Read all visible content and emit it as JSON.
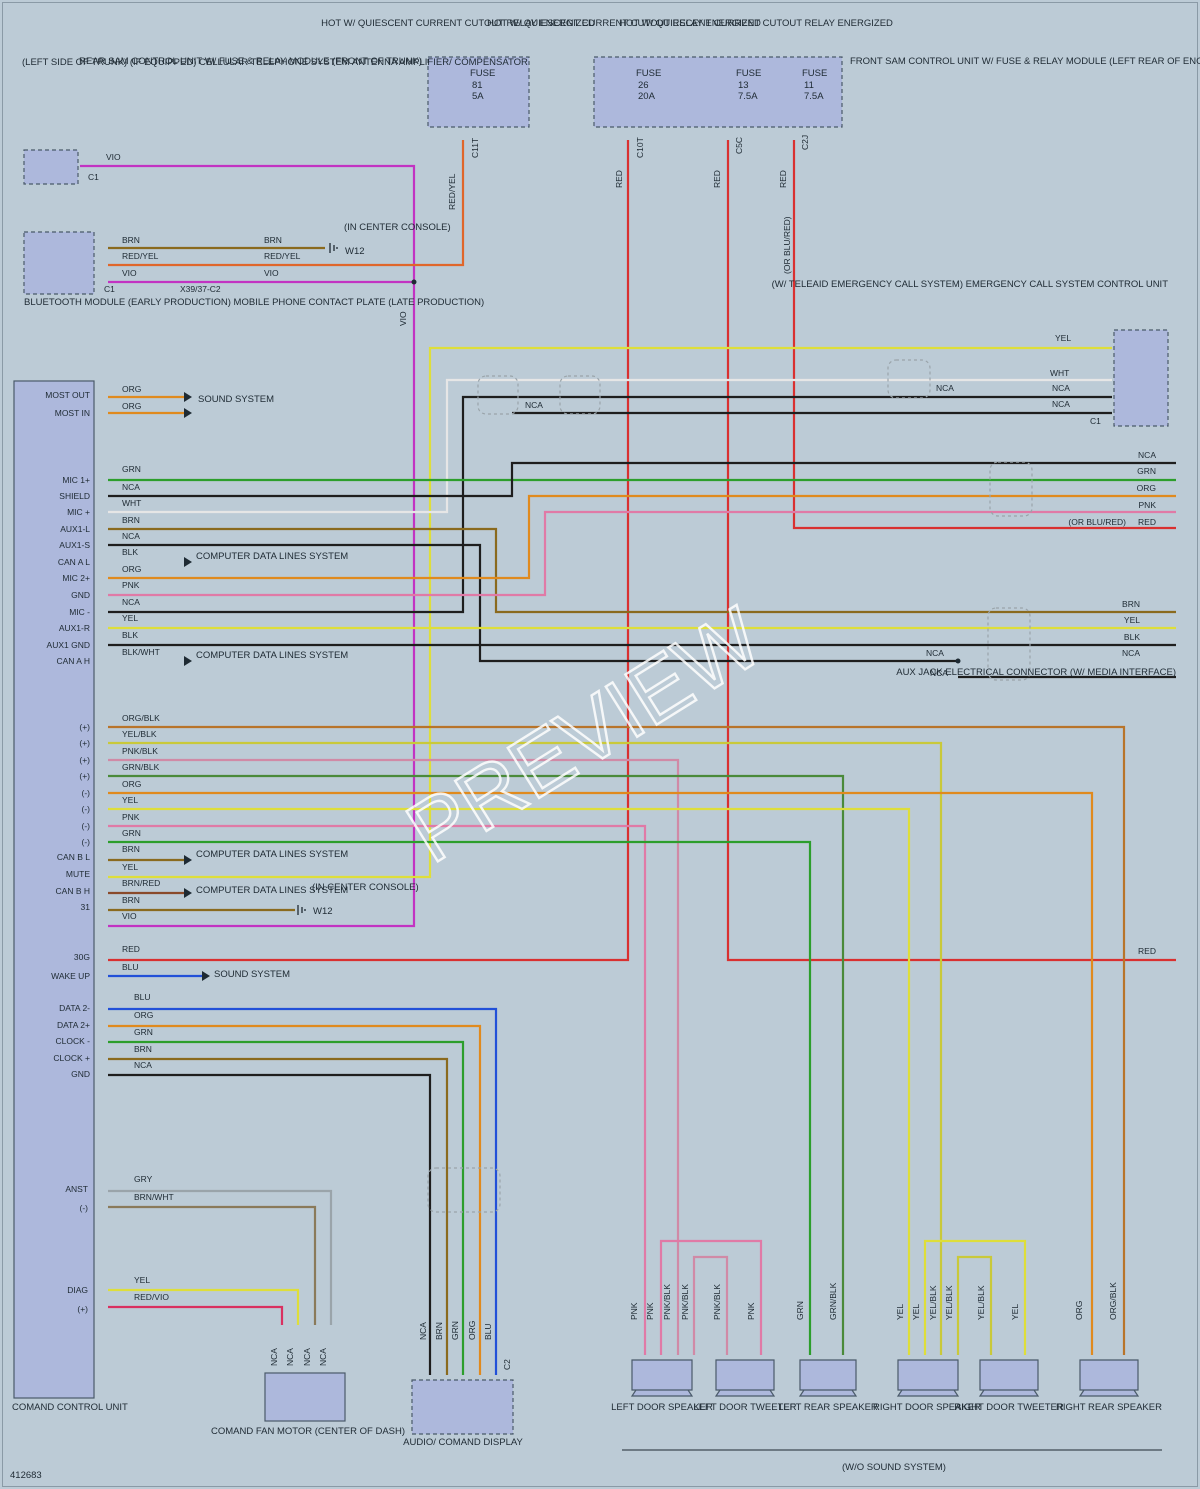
{
  "figure_id": "412683",
  "watermark": "PREVIEW",
  "hot_cutout": "HOT W/ QUIESCENT CURRENT CUTOUT RELAY ENERGIZED",
  "rear_sam": "REAR SAM CONTROL UNIT W/ FUSE & RELAY MODULE (FRONT OF TRUNK)",
  "front_sam": "FRONT SAM CONTROL UNIT W/ FUSE & RELAY MODULE (LEFT REAR OF ENGINE COMPT)",
  "fuse_label": "FUSE",
  "fuses": [
    {
      "num": "81",
      "amp": "5A"
    },
    {
      "num": "26",
      "amp": "20A"
    },
    {
      "num": "13",
      "amp": "7.5A"
    },
    {
      "num": "11",
      "amp": "7.5A"
    }
  ],
  "connectors": {
    "c11t": "C11T",
    "c10t": "C10T",
    "c5c": "C5C",
    "c2j": "C2J",
    "c1": "C1",
    "c2": "C2",
    "x3937": "X39/37-C2"
  },
  "cell_antenna": "(LEFT SIDE OF TRUNK) (IF EQUIPPED) CELLULAR TELEPHONE SYSTEM ANTENNA AMPLIFIER/ COMPENSATOR",
  "bluetooth": "BLUETOOTH MODULE (EARLY PRODUCTION) MOBILE PHONE CONTACT PLATE (LATE PRODUCTION)",
  "center_console": "(IN CENTER CONSOLE)",
  "ground_w12": "W12",
  "teleaid": "(W/ TELEAID EMERGENCY CALL SYSTEM) EMERGENCY CALL SYSTEM CONTROL UNIT",
  "aux_jack": "AUX JACK ELECTRICAL CONNECTOR (W/ MEDIA INTERFACE)",
  "sound_system": "SOUND SYSTEM",
  "computer_data": "COMPUTER DATA LINES SYSTEM",
  "comand_unit": "COMAND CONTROL UNIT",
  "fan_motor": "COMAND FAN MOTOR (CENTER OF DASH)",
  "audio_display": "AUDIO/ COMAND DISPLAY",
  "wo_sound": "(W/O SOUND SYSTEM)",
  "or_blu_red": "(OR BLU/RED)",
  "wire_colors": [
    "VIO",
    "BRN",
    "RED/YEL",
    "RED",
    "YEL",
    "WHT",
    "NCA",
    "ORG",
    "GRN",
    "BLK",
    "PNK",
    "BLU",
    "GRY",
    "BRN/WHT",
    "RED/VIO",
    "BLK/WHT",
    "ORG/BLK",
    "YEL/BLK",
    "PNK/BLK",
    "GRN/BLK",
    "BRN/RED"
  ],
  "pins_a": [
    "MOST OUT",
    "MOST IN",
    "MIC 1+",
    "SHIELD",
    "MIC +",
    "AUX1-L",
    "AUX1-S",
    "CAN A L",
    "MIC 2+",
    "GND",
    "MIC -",
    "AUX1-R",
    "AUX1 GND",
    "CAN A H"
  ],
  "pins_b": [
    "(+)",
    "(+)",
    "(+)",
    "(+)",
    "(-)",
    "(-)",
    "(-)",
    "(-)",
    "CAN B L",
    "MUTE",
    "CAN B H",
    "31",
    "30G",
    "WAKE UP"
  ],
  "pins_d": [
    "DATA 2-",
    "DATA 2+",
    "CLOCK -",
    "CLOCK +",
    "GND"
  ],
  "pins_c": [
    "ANST",
    "(-)",
    "DIAG",
    "(+)"
  ],
  "speakers": [
    {
      "name": "LEFT DOOR SPEAKER"
    },
    {
      "name": "LEFT DOOR TWEETER"
    },
    {
      "name": "LEFT REAR SPEAKER"
    },
    {
      "name": "RIGHT DOOR SPEAKER"
    },
    {
      "name": "RIGHT DOOR TWEETER"
    },
    {
      "name": "RIGHT REAR SPEAKER"
    }
  ],
  "colors": {
    "VIO": "#c233c2",
    "RED": "#d93030",
    "RED/YEL": "#e0662a",
    "YEL": "#dede3a",
    "GRN": "#2c9e2c",
    "ORG": "#e08a1e",
    "BRN": "#8a6a1e",
    "BLK": "#1e1e1e",
    "WHT": "#e6e6e6",
    "PNK": "#e07aa6",
    "BLU": "#2250d8",
    "GRY": "#9aa4aa"
  }
}
